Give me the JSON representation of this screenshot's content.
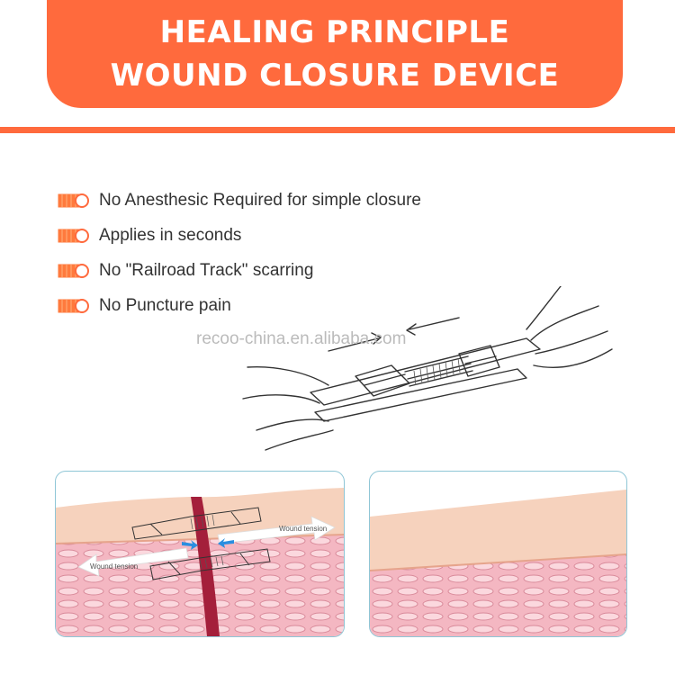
{
  "header": {
    "title_line1": "HEALING PRINCIPLE",
    "title_line2": "WOUND CLOSURE DEVICE"
  },
  "features": [
    {
      "icon": "toggle-icon",
      "text": "No Anesthesic Required  for simple closure"
    },
    {
      "icon": "toggle-icon",
      "text": "Applies in seconds"
    },
    {
      "icon": "toggle-icon",
      "text": "No \"Railroad Track\" scarring"
    },
    {
      "icon": "toggle-icon",
      "text": "No Puncture pain"
    }
  ],
  "watermark": "recoo-china.en.alibaba.com",
  "diagram": {
    "left_label": "Wound tension",
    "right_label": "Wound tension"
  },
  "colors": {
    "accent": "#ff6a3d",
    "panel_border": "#8fc6d6",
    "skin": "#f6d2bd",
    "tissue": "#f4b7c2",
    "wound": "#a41f3b",
    "arrow_blue": "#2a8ee0"
  }
}
